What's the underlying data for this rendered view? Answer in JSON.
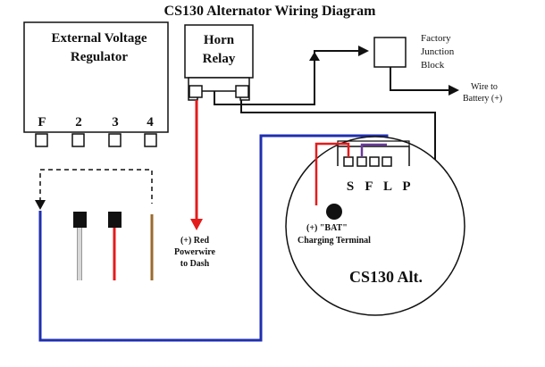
{
  "title": "CS130 Alternator Wiring Diagram",
  "regulator": {
    "label_line1": "External Voltage",
    "label_line2": "Regulator",
    "terminals": [
      "F",
      "2",
      "3",
      "4"
    ]
  },
  "horn_relay": {
    "label_line1": "Horn",
    "label_line2": "Relay"
  },
  "junction_block": {
    "label_line1": "Factory",
    "label_line2": "Junction",
    "label_line3": "Block"
  },
  "battery_wire": {
    "label_line1": "Wire to",
    "label_line2": "Battery (+)"
  },
  "alternator": {
    "label": "CS130 Alt.",
    "terminals": [
      "S",
      "F",
      "L",
      "P"
    ],
    "bat_line1": "(+) \"BAT\"",
    "bat_line2": "Charging Terminal"
  },
  "powerwire": {
    "label_line1": "(+) Red",
    "label_line2": "Powerwire",
    "label_line3": "to Dash"
  },
  "colors": {
    "blue_wire": "#1f2fb0",
    "red_wire": "#e41b1b",
    "purple_wire": "#6a3a9c",
    "brown_wire": "#9b6a2f",
    "black": "#111111"
  }
}
